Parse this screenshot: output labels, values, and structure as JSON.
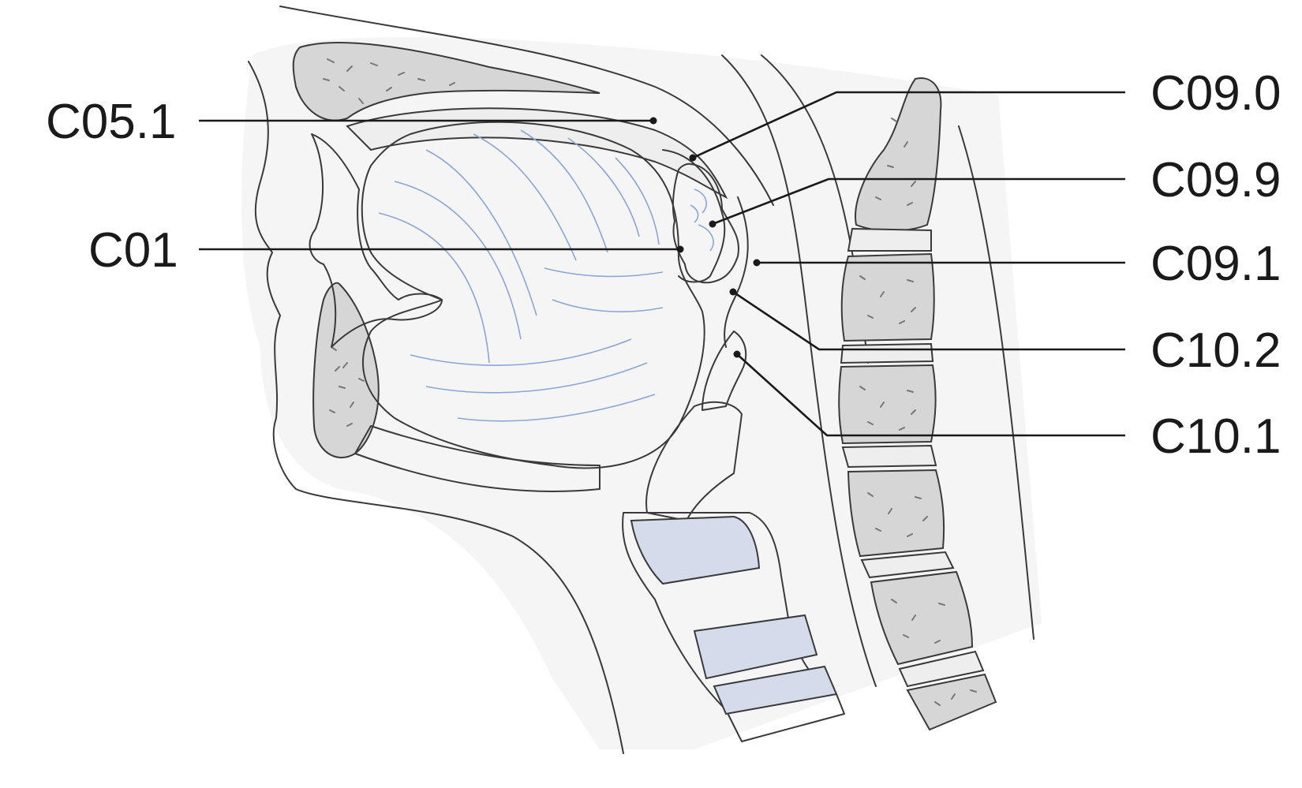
{
  "labels": {
    "c05_1": "C05.1",
    "c01": "C01",
    "c09_0": "C09.0",
    "c09_9": "C09.9",
    "c09_1": "C09.1",
    "c10_2": "C10.2",
    "c10_1": "C10.1"
  },
  "colors": {
    "tongue": "#c9d5ec",
    "tonsil": "#7f96c7",
    "bone": "#d6d6d6",
    "tissue": "#eeeeee",
    "cartilage": "#9fb0d2",
    "line": "#1a1a1a"
  }
}
